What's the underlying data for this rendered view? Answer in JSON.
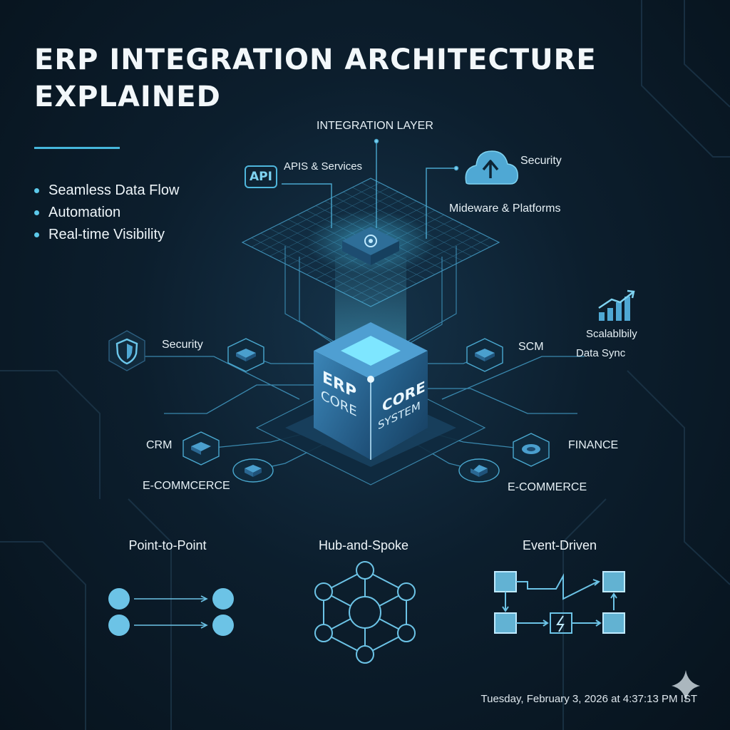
{
  "title": {
    "line1": "ERP INTEGRATION ARCHITECTURE",
    "line2": "EXPLAINED"
  },
  "benefits": [
    "Seamless Data Flow",
    "Automation",
    "Real-time Visibility"
  ],
  "integration_layer": {
    "label": "INTEGRATION LAYER",
    "api_badge": "API",
    "apis_label": "APIS & Services",
    "security_label": "Security",
    "middleware_label": "Mideware & Platforms"
  },
  "core": {
    "left_line1": "ERP",
    "left_line2": "CORE",
    "right_line1": "CORE",
    "right_line2": "SYSTEM"
  },
  "modules": {
    "security": "Security",
    "scm": "SCM",
    "scalability": "Scalablbily",
    "data_sync": "Data Sync",
    "crm": "CRM",
    "finance": "FINANCE",
    "ecommerce_left": "E-COMMCERCE",
    "ecommerce_right": "E-COMMERCE"
  },
  "patterns": {
    "point_to_point": "Point-to-Point",
    "hub_and_spoke": "Hub-and-Spoke",
    "event_driven": "Event-Driven"
  },
  "timestamp": "Tuesday, February 3, 2026 at 4:37:13 PM IST",
  "colors": {
    "accent": "#5cc9ea",
    "background": "#0c1e2d",
    "core_face": "#2b6f9e"
  },
  "icons": [
    "api-icon",
    "cloud-upload-icon",
    "gear-icon",
    "shield-icon",
    "bar-chart-icon",
    "sparkle-icon"
  ]
}
